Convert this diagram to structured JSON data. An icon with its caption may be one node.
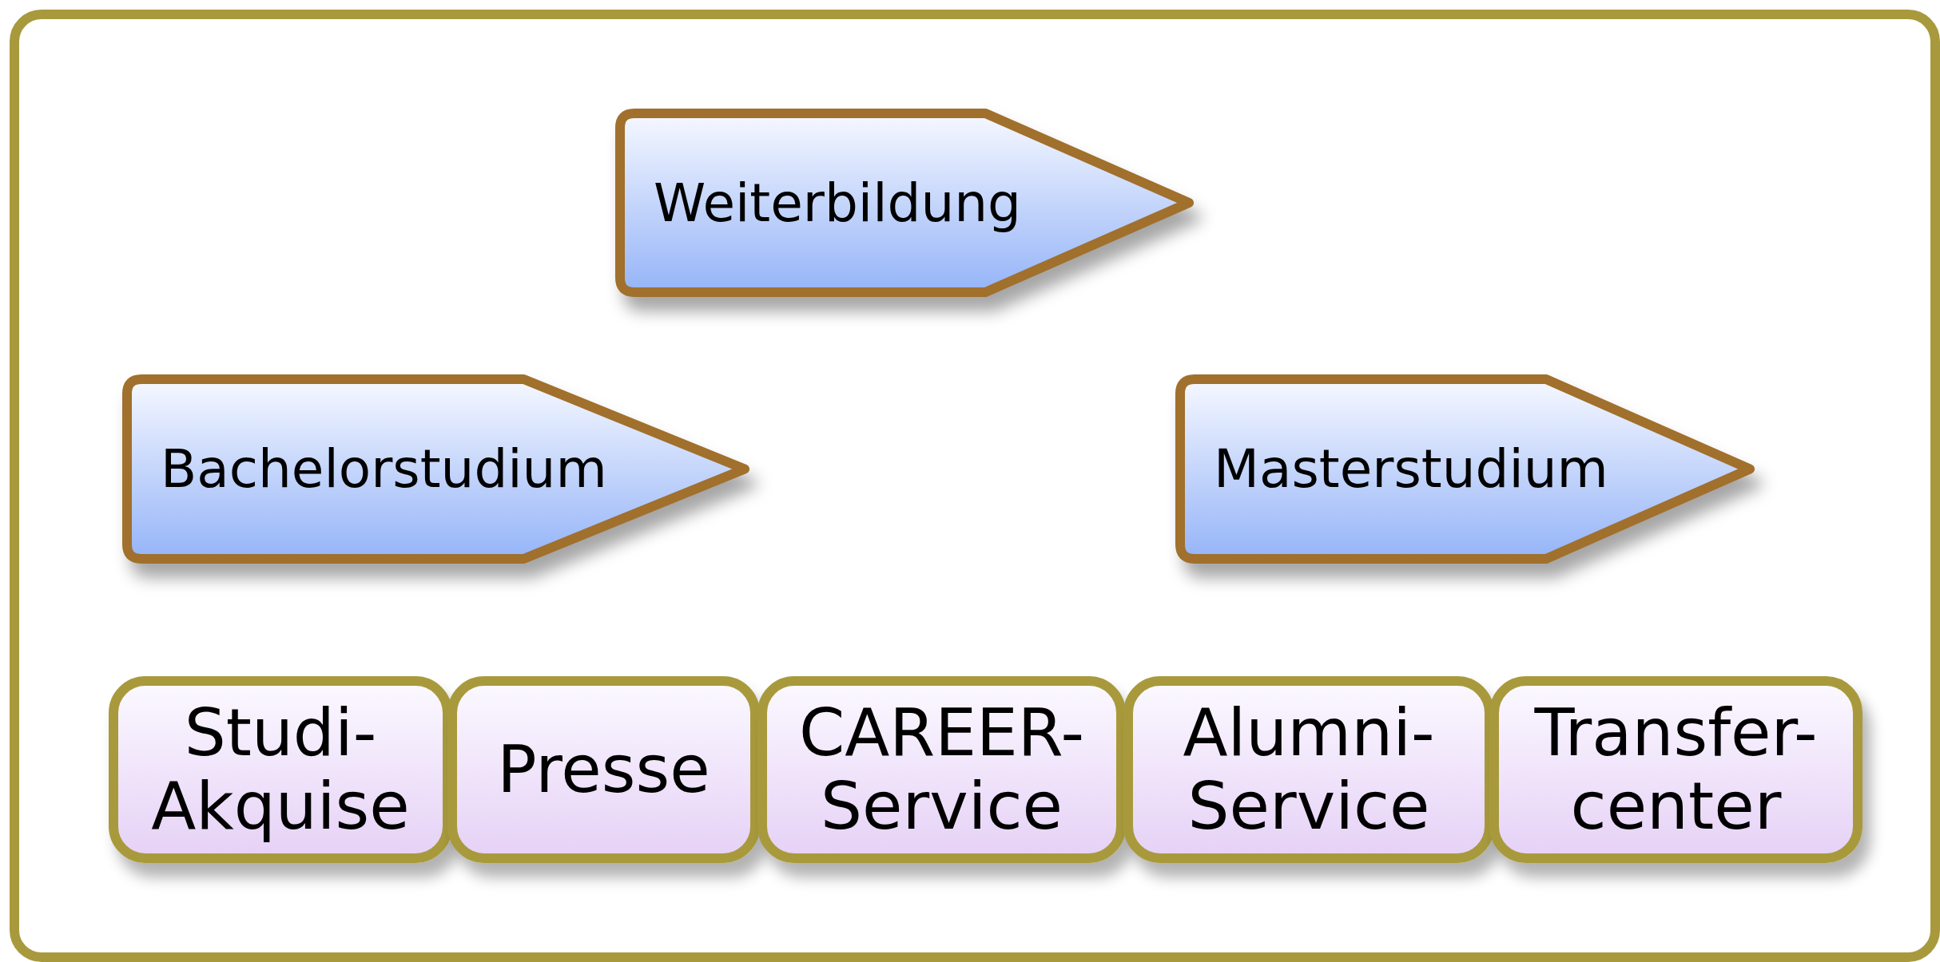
{
  "diagram": {
    "nodes": [
      {
        "text": [],
        "shape": "box"
      },
      {
        "text": [
          "Weiterbildung"
        ],
        "in": 0
      },
      {
        "text": [
          "Bachelorstudium"
        ],
        "in": 0
      },
      {
        "text": [
          "Masterstudium"
        ],
        "in": 0
      },
      {
        "text": [
          "Studi- Akquise"
        ],
        "in": 0
      },
      {
        "text": [
          "Presse"
        ],
        "in": 0
      },
      {
        "text": [
          "CAREER- Service"
        ],
        "in": 0
      },
      {
        "text": [
          "Alumni- Service"
        ],
        "in": 0
      },
      {
        "text": [
          "Transfer- center"
        ],
        "in": 0
      }
    ]
  }
}
